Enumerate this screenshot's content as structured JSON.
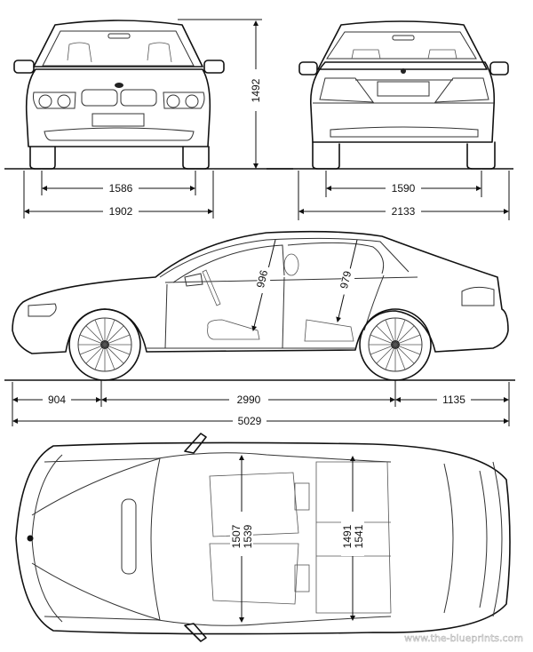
{
  "views": {
    "front": {
      "height": "1492",
      "track": "1586",
      "width": "1902"
    },
    "rear": {
      "track": "1590",
      "width_with_mirrors": "2133"
    },
    "side": {
      "front_overhang": "904",
      "wheelbase": "2990",
      "rear_overhang": "1135",
      "length": "5029",
      "front_headroom": "996",
      "rear_headroom": "979"
    },
    "top": {
      "front_shoulder": "1507",
      "front_elbow": "1539",
      "rear_shoulder": "1491",
      "rear_elbow": "1541"
    }
  },
  "watermark": "www.the-blueprints.com",
  "colors": {
    "line": "#111111",
    "background": "#ffffff"
  }
}
